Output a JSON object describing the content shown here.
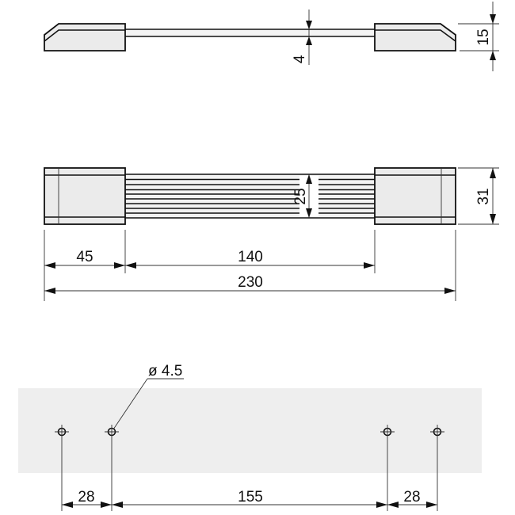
{
  "figure": {
    "type": "technical drawing",
    "subject": "handle with ribbed strap and end blocks, with mounting hole layout",
    "colors": {
      "line": "#111111",
      "fill": "#ebebeb",
      "plate": "#eeeeee",
      "background": "#ffffff"
    },
    "units": "mm"
  },
  "side_view": {
    "strap_thickness": "4",
    "block_height": "15"
  },
  "top_view": {
    "strap_width": "25",
    "block_width": "31",
    "block_length": "45",
    "strap_length": "140",
    "overall_length": "230"
  },
  "mounting_plate": {
    "hole_diameter_label": "ø 4.5",
    "spacing_left": "28",
    "spacing_center": "155",
    "spacing_right": "28",
    "hole_count": 4
  }
}
